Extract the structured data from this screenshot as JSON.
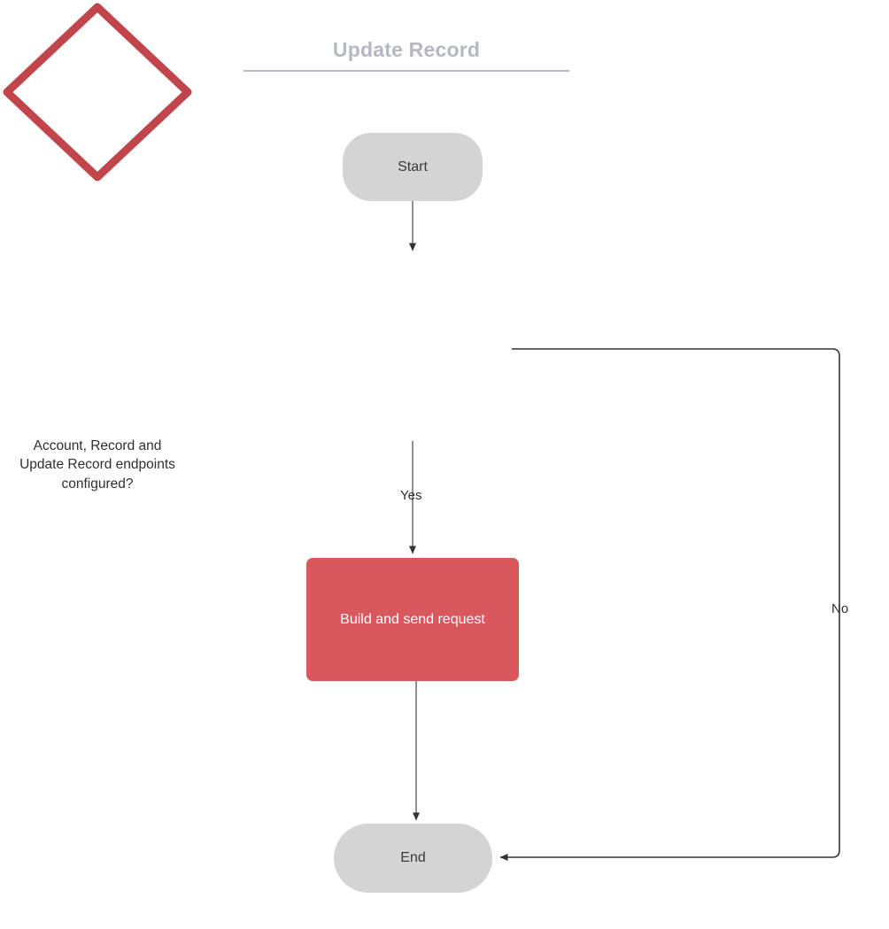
{
  "diagram": {
    "title": "Update Record",
    "type": "flowchart",
    "colors": {
      "terminator_fill": "#d4d4d4",
      "process_fill": "#d9585d",
      "decision_stroke": "#c1464b",
      "decision_fill": "#ffffff",
      "connector_stroke": "#333333",
      "title_color": "#b4b8c2",
      "process_text": "#ffffff",
      "node_text": "#3a3a3a"
    },
    "nodes": [
      {
        "id": "start",
        "shape": "terminator",
        "label": "Start"
      },
      {
        "id": "decision",
        "shape": "diamond",
        "label": "Account, Record and\nUpdate Record endpoints\nconfigured?"
      },
      {
        "id": "process",
        "shape": "rectangle",
        "label": "Build and send request"
      },
      {
        "id": "end",
        "shape": "terminator",
        "label": "End"
      }
    ],
    "edges": [
      {
        "id": "start-to-decision",
        "from": "start",
        "to": "decision",
        "label": ""
      },
      {
        "id": "decision-yes",
        "from": "decision",
        "to": "process",
        "label": "Yes"
      },
      {
        "id": "process-to-end",
        "from": "process",
        "to": "end",
        "label": ""
      },
      {
        "id": "decision-no",
        "from": "decision",
        "to": "end",
        "label": "No"
      }
    ]
  }
}
